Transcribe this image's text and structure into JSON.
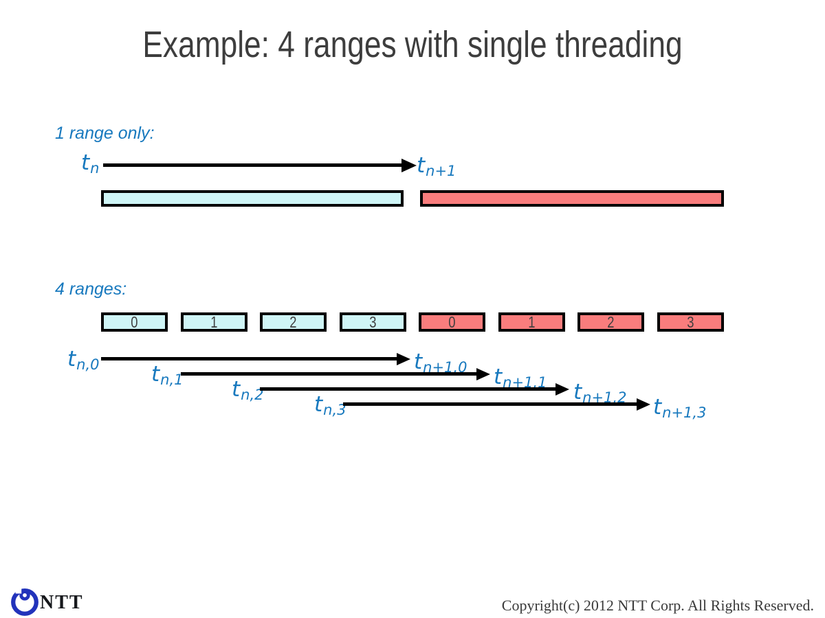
{
  "slide": {
    "title": "Example: 4 ranges with single threading",
    "footer": {
      "logo_text": "NTT",
      "copyright": "Copyright(c) 2012 NTT Corp. All Rights Reserved."
    },
    "colors": {
      "accent_blue": "#1879be",
      "bar_cyan": "#cff5f6",
      "bar_red": "#f97d7d",
      "logo_blue": "#2233bb",
      "title_gray": "#3d3d3d"
    }
  },
  "section_single": {
    "heading": "1 range only:",
    "start_label": {
      "base": "t",
      "sub": "n"
    },
    "end_label": {
      "base": "t",
      "sub": "n+1"
    }
  },
  "section_multi": {
    "heading": "4 ranges:",
    "cyan_bars": [
      "0",
      "1",
      "2",
      "3"
    ],
    "red_bars": [
      "0",
      "1",
      "2",
      "3"
    ],
    "arrows": [
      {
        "start_base": "t",
        "start_sub": "n,0",
        "end_base": "t",
        "end_sub": "n+1,0"
      },
      {
        "start_base": "t",
        "start_sub": "n,1",
        "end_base": "t",
        "end_sub": "n+1,1"
      },
      {
        "start_base": "t",
        "start_sub": "n,2",
        "end_base": "t",
        "end_sub": "n+1,2"
      },
      {
        "start_base": "t",
        "start_sub": "n,3",
        "end_base": "t",
        "end_sub": "n+1,3"
      }
    ]
  }
}
